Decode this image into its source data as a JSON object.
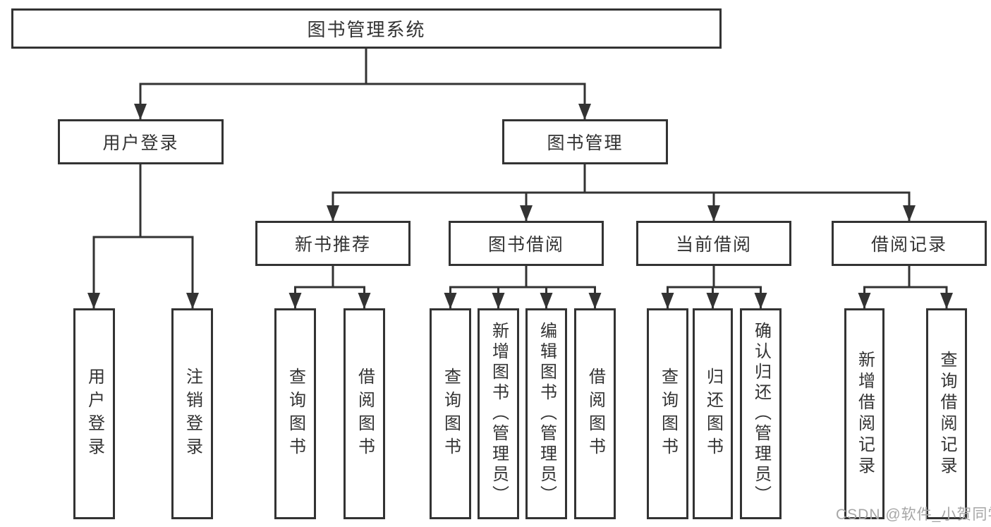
{
  "diagram_title": "图书管理系统",
  "watermark": "CSDN @软件_小贺同学",
  "colors": {
    "line": "#333333",
    "box_border": "#333333",
    "text": "#333333",
    "watermark": "#a6a6a6",
    "background": "#ffffff"
  },
  "nodes": {
    "root": "图书管理系统",
    "user_login": "用户登录",
    "book_mgmt": "图书管理",
    "new_book_rec": "新书推荐",
    "book_borrow": "图书借阅",
    "current_borrow": "当前借阅",
    "borrow_record": "借阅记录",
    "login": "用户登录",
    "logout": "注销登录",
    "rec_query_book": "查询图书",
    "rec_borrow_book": "借阅图书",
    "bb_query_book": "查询图书",
    "bb_add_book": "新增图书（管理员）",
    "bb_edit_book": "编辑图书（管理员）",
    "bb_borrow_book": "借阅图书",
    "cb_query_book": "查询图书",
    "cb_return_book": "归还图书",
    "cb_confirm_return": "确认归还（管理员）",
    "br_add_record": "新增借阅记录",
    "br_query_record": "查询借阅记录"
  }
}
